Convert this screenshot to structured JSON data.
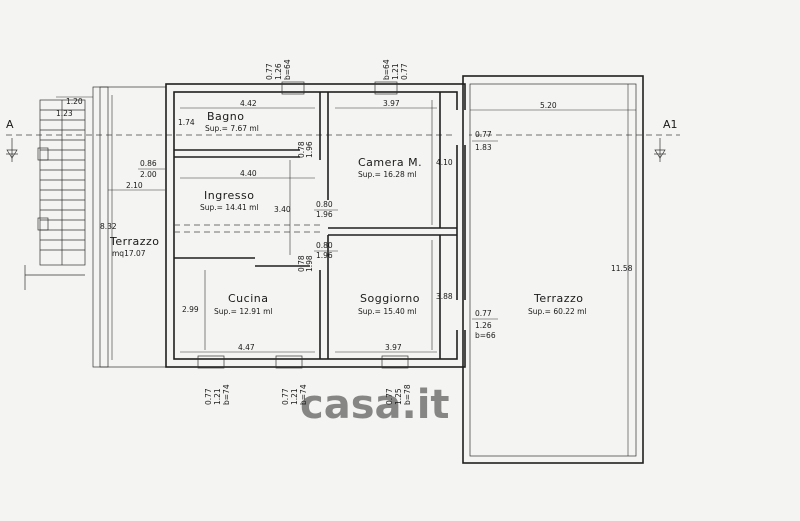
{
  "section": {
    "left_label": "A",
    "right_label": "A1"
  },
  "rooms": {
    "bagno": {
      "name": "Bagno",
      "area": "Sup.= 7.67 ml"
    },
    "camera": {
      "name": "Camera M.",
      "area": "Sup.= 16.28 ml"
    },
    "ingresso": {
      "name": "Ingresso",
      "area": "Sup.= 14.41 ml"
    },
    "cucina": {
      "name": "Cucina",
      "area": "Sup.= 12.91 ml"
    },
    "soggiorno": {
      "name": "Soggiorno",
      "area": "Sup.= 15.40 ml"
    },
    "terrazzo_right": {
      "name": "Terrazzo",
      "area": "Sup.= 60.22 ml"
    },
    "terrazzo_left": {
      "name": "Terrazzo",
      "area": "mq17.07"
    }
  },
  "dimensions": {
    "bagno_w": "4.42",
    "bagno_h": "1.74",
    "camera_w": "3.97",
    "camera_h": "4.10",
    "ingresso_w": "4.40",
    "ingresso_h": "3.40",
    "cucina_w": "4.47",
    "cucina_h": "2.99",
    "soggiorno_w": "3.97",
    "soggiorno_h": "3.88",
    "terrazzo_w": "5.20",
    "terrazzo_h": "11.58",
    "left_terr_w": "2.10",
    "left_terr_h": "8.32",
    "top_left_a": "1.20",
    "top_left_b": "1.23",
    "win_mid_l_1": "0.86",
    "win_mid_l_2": "2.00",
    "door_ing_1": "0.80",
    "door_ing_2": "1.96",
    "door_sog_1": "0.80",
    "door_sog_2": "1.96",
    "door_cam_1": "0.77",
    "door_cam_2": "1.83",
    "door_ter_1": "0.77",
    "door_ter_2": "1.26",
    "door_ter_3": "b=66",
    "door_bagno_v": "0.78",
    "door_bagno_v2": "1.96",
    "door_cucina_v": "0.78",
    "door_cucina_v2": "1.98"
  },
  "windows_top": [
    {
      "w": "0.77",
      "h": "1.26",
      "b": "b=64"
    },
    {
      "w": "0.77",
      "h": "1.21",
      "b": "b=64"
    }
  ],
  "windows_bottom": [
    {
      "w": "0.77",
      "h": "1.21",
      "b": "b=74"
    },
    {
      "w": "0.77",
      "h": "1.21",
      "b": "b=74"
    },
    {
      "w": "0.77",
      "h": "1.25",
      "b": "b=78"
    }
  ],
  "watermark": "casa.it"
}
